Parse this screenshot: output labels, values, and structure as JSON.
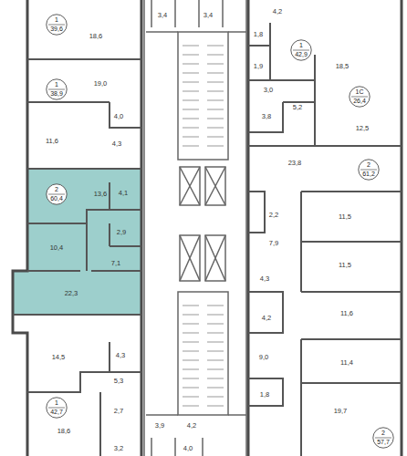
{
  "diagram": {
    "nodes": [
      {
        "text": [
          "1",
          "39,6"
        ]
      },
      {
        "text": [
          "1",
          "42,9"
        ]
      },
      {
        "text": [
          "1",
          "38,9"
        ]
      },
      {
        "text": [
          "1С",
          "26,4"
        ]
      },
      {
        "text": [
          "2",
          "61,2"
        ]
      },
      {
        "text": [
          "2",
          "60,4"
        ]
      },
      {
        "text": [
          "1",
          "42,7"
        ]
      },
      {
        "text": [
          "2",
          "57,7"
        ]
      }
    ],
    "labels": [
      "18,6",
      "3,4",
      "3,4",
      "19,0",
      "4,0",
      "11,6",
      "4,3",
      "13,6",
      "4,1",
      "2,9",
      "10,4",
      "7,1",
      "22,3",
      "14,5",
      "4,3",
      "5,3",
      "18,6",
      "2,7",
      "3,2",
      "3,9",
      "4,2",
      "4,0",
      "4,2",
      "1,8",
      "18,5",
      "1,9",
      "3,0",
      "5,2",
      "3,8",
      "12,5",
      "23,8",
      "2,2",
      "11,5",
      "7,9",
      "11,5",
      "4,3",
      "4,2",
      "11,6",
      "9,0",
      "11,4",
      "1,8",
      "19,7"
    ]
  }
}
